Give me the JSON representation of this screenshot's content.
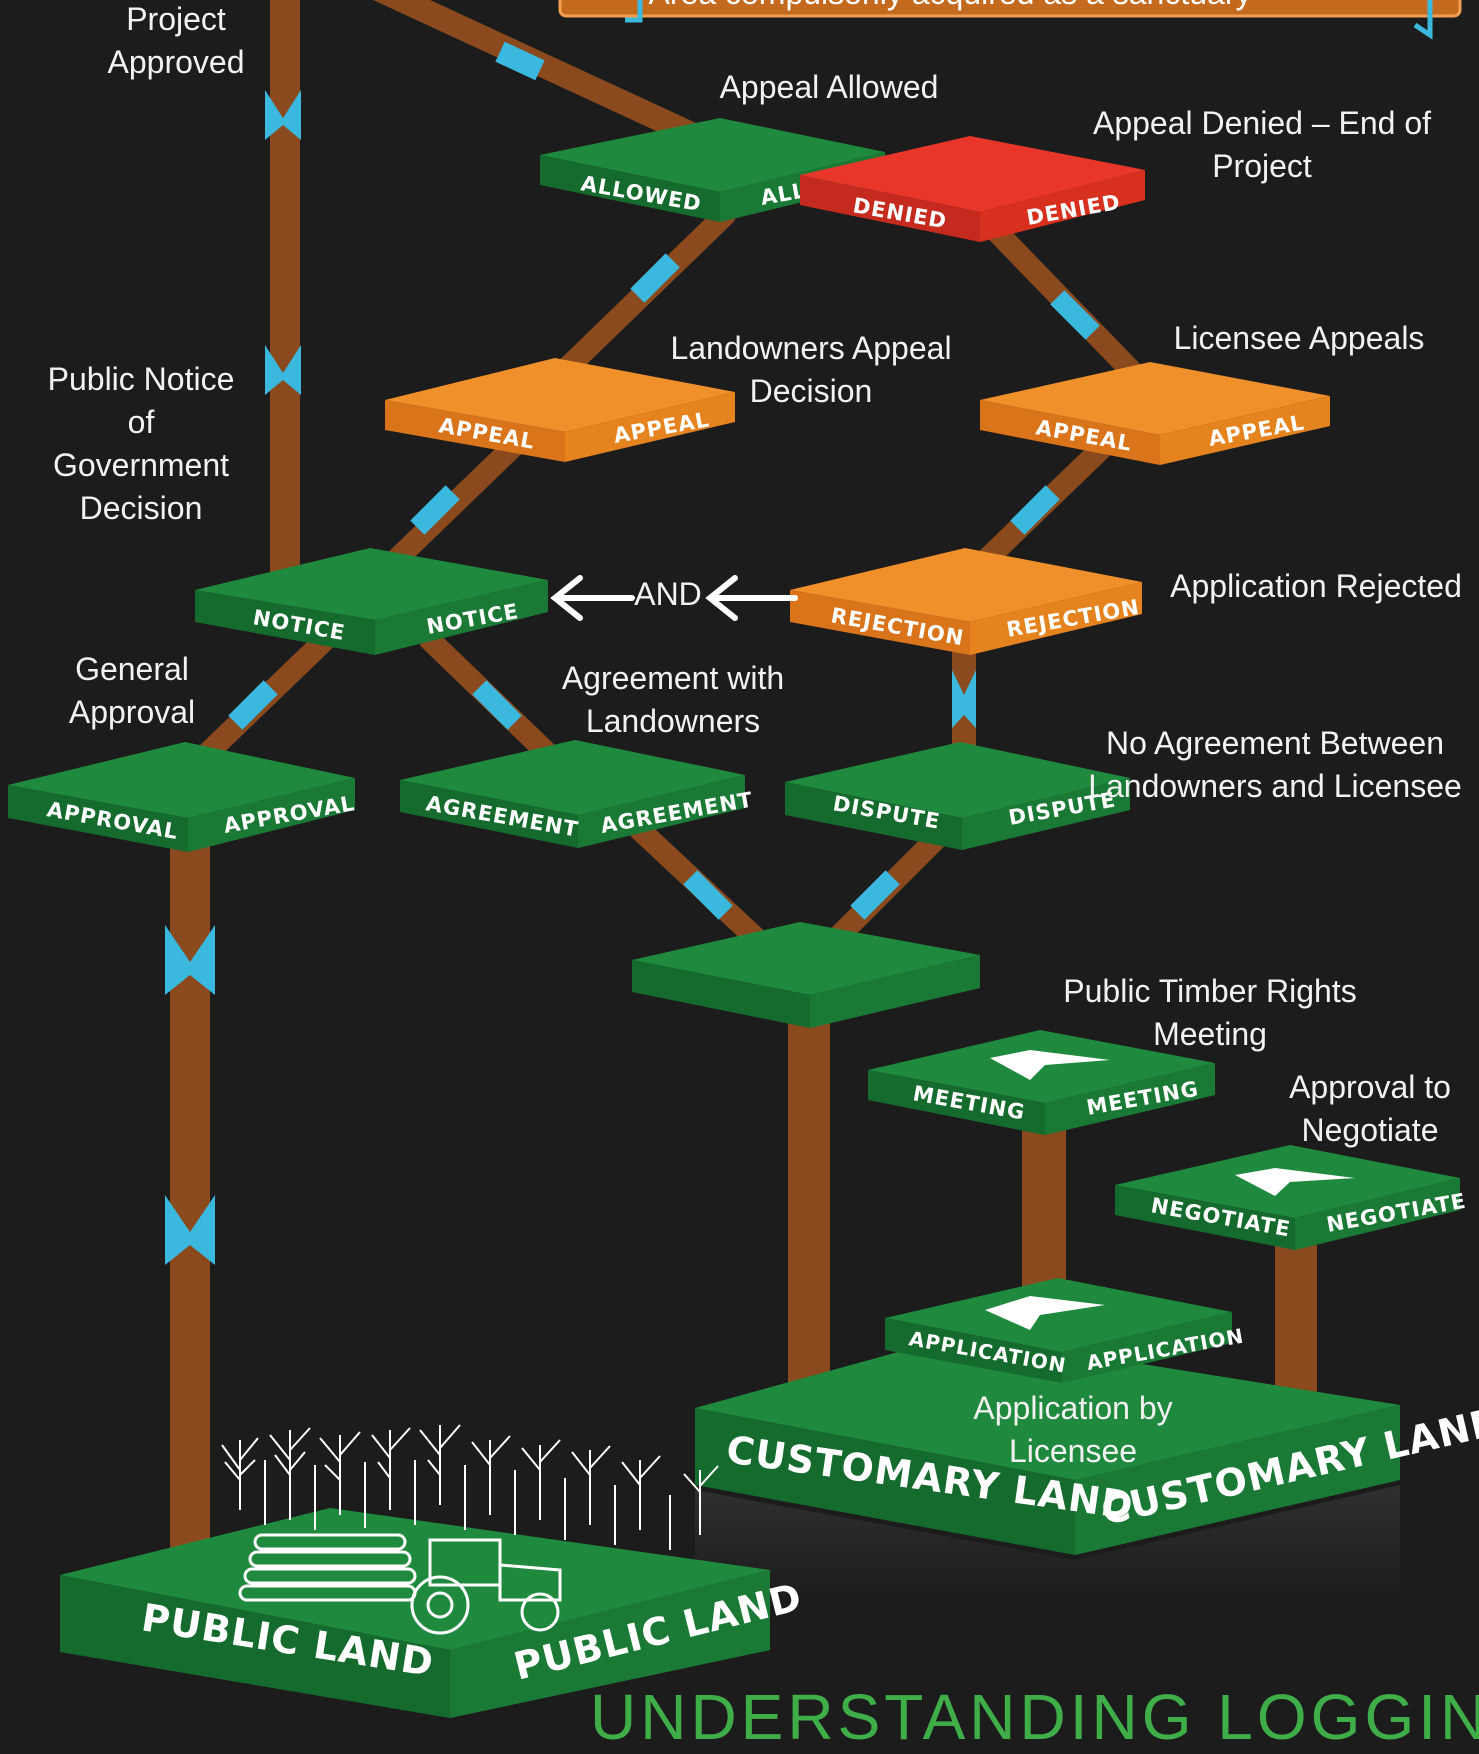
{
  "banner": {
    "text": "Area compulsorily acquired as a sanctuary"
  },
  "platforms": {
    "allowed": "ALLOWED",
    "allowed_clipped": "ALLC",
    "denied": "DENIED",
    "appeal": "APPEAL",
    "notice": "NOTICE",
    "rejection": "REJECTION",
    "approval": "APPROVAL",
    "agreement": "AGREEMENT",
    "dispute": "DISPUTE",
    "meeting": "MEETING",
    "negotiate": "NEGOTIATE",
    "application": "APPLICATION",
    "customary_land": "CUSTOMARY LAND",
    "public_land": "PUBLIC LAND"
  },
  "labels": {
    "project_approved": [
      "Project",
      "Approved"
    ],
    "appeal_allowed": [
      "Appeal Allowed"
    ],
    "appeal_denied": [
      "Appeal Denied – End of",
      "Project"
    ],
    "public_notice": [
      "Public Notice",
      "of",
      "Government",
      "Decision"
    ],
    "landowners_appeal": [
      "Landowners Appeal",
      "Decision"
    ],
    "licensee_appeals": [
      "Licensee Appeals"
    ],
    "and": "AND",
    "application_rejected": [
      "Application Rejected"
    ],
    "general_approval": [
      "General",
      "Approval"
    ],
    "agreement_with": [
      "Agreement with",
      "Landowners"
    ],
    "no_agreement": [
      "No Agreement Between",
      "Landowners and Licensee"
    ],
    "public_timber": [
      "Public Timber Rights",
      "Meeting"
    ],
    "approval_negotiate": [
      "Approval to",
      "Negotiate"
    ],
    "application_by": [
      "Application by",
      "Licensee"
    ]
  },
  "footer": {
    "title": "UNDERSTANDING LOGGING"
  },
  "colors": {
    "background": "#1c1c1c",
    "green_top": "#1f8a3e",
    "green_side": "#156b2d",
    "orange_top": "#f0902a",
    "orange_side": "#d9741a",
    "red_top": "#e8372a",
    "red_side": "#c52a1f",
    "pole": "#8a4a1e",
    "arrow": "#3bb8dd"
  }
}
